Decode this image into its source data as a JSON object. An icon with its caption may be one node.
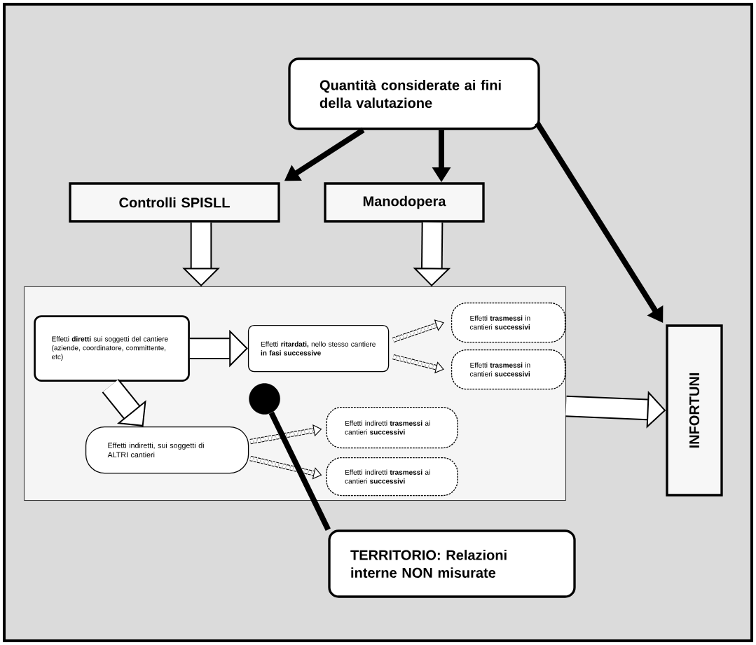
{
  "diagram": {
    "nodes": [
      {
        "text": [
          "Quantità considerate ai fini della valutazione"
        ]
      },
      {
        "text": [
          "Controlli SPISLL"
        ]
      },
      {
        "text": [
          "Manodopera"
        ]
      },
      {
        "text": [],
        "shape": "box"
      },
      {
        "text": [
          "Effetti **diretti** sui soggetti del cantiere (aziende, coordinatore, committente, etc)"
        ],
        "in": 3
      },
      {
        "text": [
          "Effetti **ritardati,** nello stesso cantiere **in fasi successive**"
        ],
        "in": 3
      },
      {
        "text": [
          "Effetti **trasmessi** in cantieri **successivi**"
        ],
        "in": 3
      },
      {
        "text": [
          "Effetti **trasmessi** in cantieri **successivi**"
        ],
        "in": 3
      },
      {
        "text": [
          "Effetti indiretti, sui soggetti di ALTRI cantieri"
        ],
        "in": 3
      },
      {
        "text": [
          "Effetti indiretti **trasmessi** ai cantieri **successivi**"
        ],
        "in": 3
      },
      {
        "text": [
          "Effetti indiretti **trasmessi** ai cantieri **successivi**"
        ],
        "in": 3
      },
      {
        "text": [
          "INFORTUNI"
        ]
      },
      {
        "text": [
          "TERRITORIO: Relazioni interne NON misurate"
        ]
      },
      {
        "text": [],
        "shape": "circle",
        "in": 3
      }
    ],
    "edges": [
      {
        "from": 0,
        "to": 1,
        "arrow": "to"
      },
      {
        "from": 0,
        "to": 2,
        "arrow": "to"
      },
      {
        "from": 0,
        "to": 11,
        "arrow": "to"
      },
      {
        "from": 1,
        "to": 3,
        "arrow": "to",
        "style": "thick"
      },
      {
        "from": 2,
        "to": 3,
        "arrow": "to",
        "style": "thick"
      },
      {
        "from": 3,
        "to": 11,
        "arrow": "to",
        "style": "thick"
      },
      {
        "from": 4,
        "to": 5,
        "arrow": "to",
        "style": "thick"
      },
      {
        "from": 4,
        "to": 8,
        "arrow": "to",
        "style": "thick"
      },
      {
        "from": 5,
        "to": 6,
        "arrow": "to",
        "style": "dashed"
      },
      {
        "from": 5,
        "to": 7,
        "arrow": "to",
        "style": "dashed"
      },
      {
        "from": 8,
        "to": 9,
        "arrow": "to",
        "style": "dashed"
      },
      {
        "from": 8,
        "to": 10,
        "arrow": "to",
        "style": "dashed"
      },
      {
        "from": 12,
        "to": 13,
        "arrow": "none"
      }
    ]
  }
}
